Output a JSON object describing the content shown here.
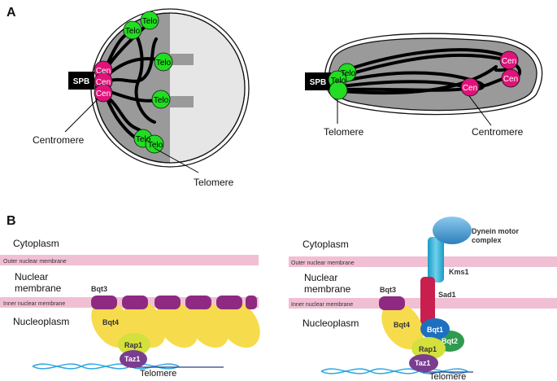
{
  "panel_a": {
    "label": "A",
    "left": {
      "spb": "SPB",
      "cen": [
        "Cen",
        "Cen",
        "Cen"
      ],
      "telo": [
        "Telo",
        "Telo",
        "Telo",
        "Telo",
        "Telo",
        "Telo"
      ],
      "centromere_label": "Centromere",
      "telomere_label": "Telomere"
    },
    "right": {
      "spb": "SPB",
      "telo": [
        "Telo",
        "Telo"
      ],
      "cen": [
        "Cen",
        "Cen",
        "Cen"
      ],
      "telomere_label": "Telomere",
      "centromere_label": "Centromere"
    }
  },
  "panel_b": {
    "label": "B",
    "left": {
      "cytoplasm": "Cytoplasm",
      "outer_membrane": "Outer nuclear membrane",
      "nuclear_membrane_line1": "Nuclear",
      "nuclear_membrane_line2": "membrane",
      "inner_membrane": "Inner nuclear membrane",
      "nucleoplasm": "Nucleoplasm",
      "bqt3": "Bqt3",
      "bqt4": "Bqt4",
      "rap1": "Rap1",
      "taz1": "Taz1",
      "telomere": "Telomere"
    },
    "right": {
      "cytoplasm": "Cytoplasm",
      "outer_membrane": "Outer nuclear membrane",
      "nuclear_membrane_line1": "Nuclear",
      "nuclear_membrane_line2": "membrane",
      "inner_membrane": "Inner nuclear membrane",
      "nucleoplasm": "Nucleoplasm",
      "dynein_line1": "Dynein motor",
      "dynein_line2": "complex",
      "kms1": "Kms1",
      "sad1": "Sad1",
      "bqt3": "Bqt3",
      "bqt4": "Bqt4",
      "bqt1": "Bqt1",
      "bqt2": "Bqt2",
      "rap1": "Rap1",
      "taz1": "Taz1",
      "telomere": "Telomere"
    }
  },
  "colors": {
    "telo_green": "#22dd22",
    "cen_magenta": "#e0137a",
    "nucleus_gray": "#9a9a9a",
    "membrane_pink": "#f1bfd3",
    "bqt3_purple": "#8e2a82",
    "bqt4_yellow": "#f6dc4c",
    "rap1_yellowgreen": "#d4e03c",
    "taz1_purple": "#7a3d8f",
    "bqt1_blue": "#1f6fc0",
    "bqt2_green": "#2e9b4e",
    "kms1_cyan": "#27b3d9",
    "sad1_crimson": "#c91f4f",
    "dynein_blue": "#3d92c8",
    "dna_blue": "#2aa6e0"
  }
}
